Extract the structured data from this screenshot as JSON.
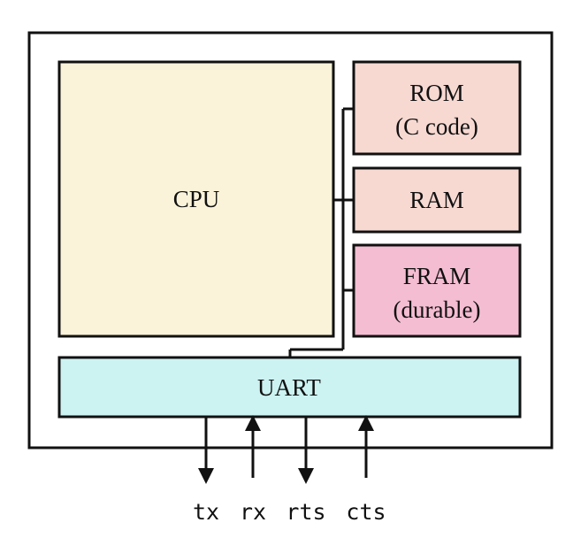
{
  "blocks": {
    "cpu": {
      "label": "CPU",
      "fill": "#faf3d9"
    },
    "rom": {
      "line1": "ROM",
      "line2": "(C code)",
      "fill": "#f7d9d2"
    },
    "ram": {
      "label": "RAM",
      "fill": "#f7d9d2"
    },
    "fram": {
      "line1": "FRAM",
      "line2": "(durable)",
      "fill": "#f4bdd2"
    },
    "uart": {
      "label": "UART",
      "fill": "#ccf2f2"
    }
  },
  "signals": [
    {
      "name": "tx",
      "direction": "out"
    },
    {
      "name": "rx",
      "direction": "in"
    },
    {
      "name": "rts",
      "direction": "out"
    },
    {
      "name": "cts",
      "direction": "in"
    }
  ]
}
